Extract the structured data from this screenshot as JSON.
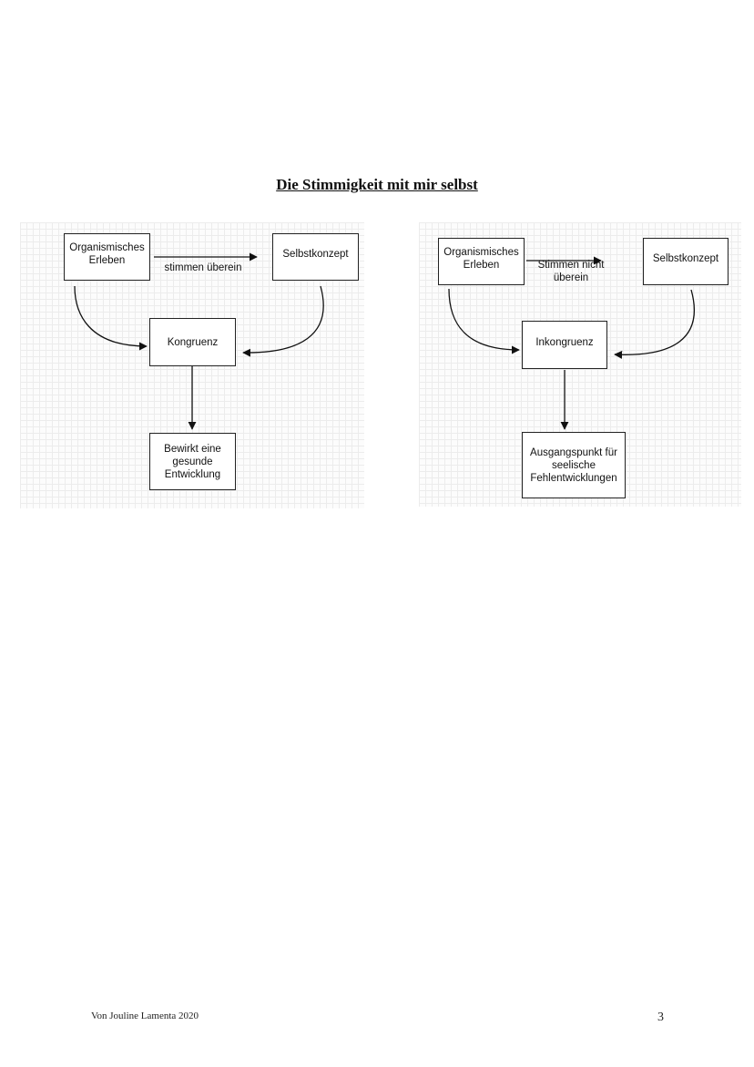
{
  "page": {
    "title": "Die Stimmigkeit mit mir selbst",
    "footer_author": "Von Jouline Lamenta 2020",
    "page_number": "3"
  },
  "left_diagram": {
    "node_organismisches": "Organismisches\nErleben",
    "node_selbstkonzept": "Selbstkonzept",
    "node_center": "Kongruenz",
    "node_result": "Bewirkt eine\ngesunde\nEntwicklung",
    "edge_label": "stimmen überein"
  },
  "right_diagram": {
    "node_organismisches": "Organismisches\nErleben",
    "node_selbstkonzept": "Selbstkonzept",
    "node_center": "Inkongruenz",
    "node_result": "Ausgangspunkt für\nseelische\nFehlentwicklungen",
    "edge_label": "Stimmen nicht\nüberein"
  },
  "colors": {
    "line": "#111111",
    "grid": "#ececec",
    "text": "#111111"
  }
}
